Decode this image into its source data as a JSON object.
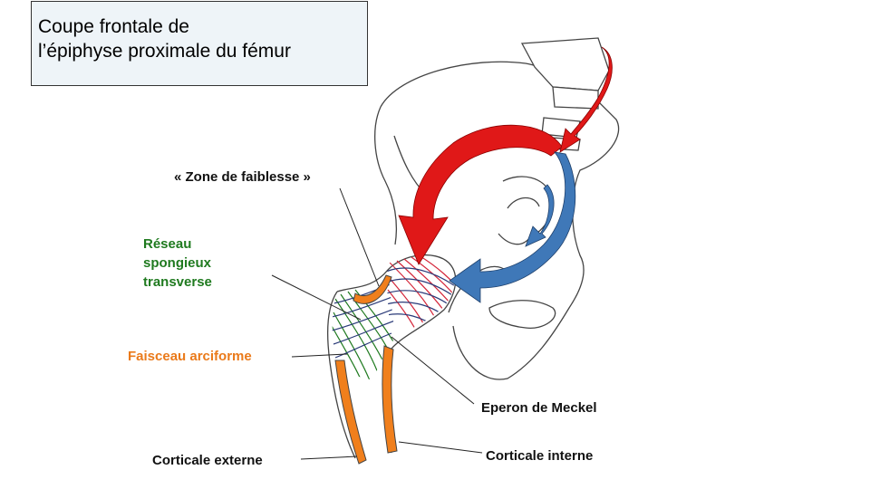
{
  "title": {
    "line1": "Coupe frontale de",
    "line2": "l’épiphyse proximale du fémur"
  },
  "labels": {
    "zone_faiblesse": "« Zone de faiblesse »",
    "reseau_line1": "Réseau",
    "reseau_line2": "spongieux",
    "reseau_line3": "transverse",
    "faisceau": "Faisceau arciforme",
    "eperon": "Eperon de Meckel",
    "corticale_interne": "Corticale interne",
    "corticale_externe": "Corticale externe"
  },
  "colors": {
    "title_bg": "#eef4f8",
    "green_label": "#1f7a1f",
    "orange_label": "#ea7a1a",
    "red_arrow": "#e01818",
    "blue_arrow": "#3f78b8",
    "cortex": "#f07f1c"
  }
}
